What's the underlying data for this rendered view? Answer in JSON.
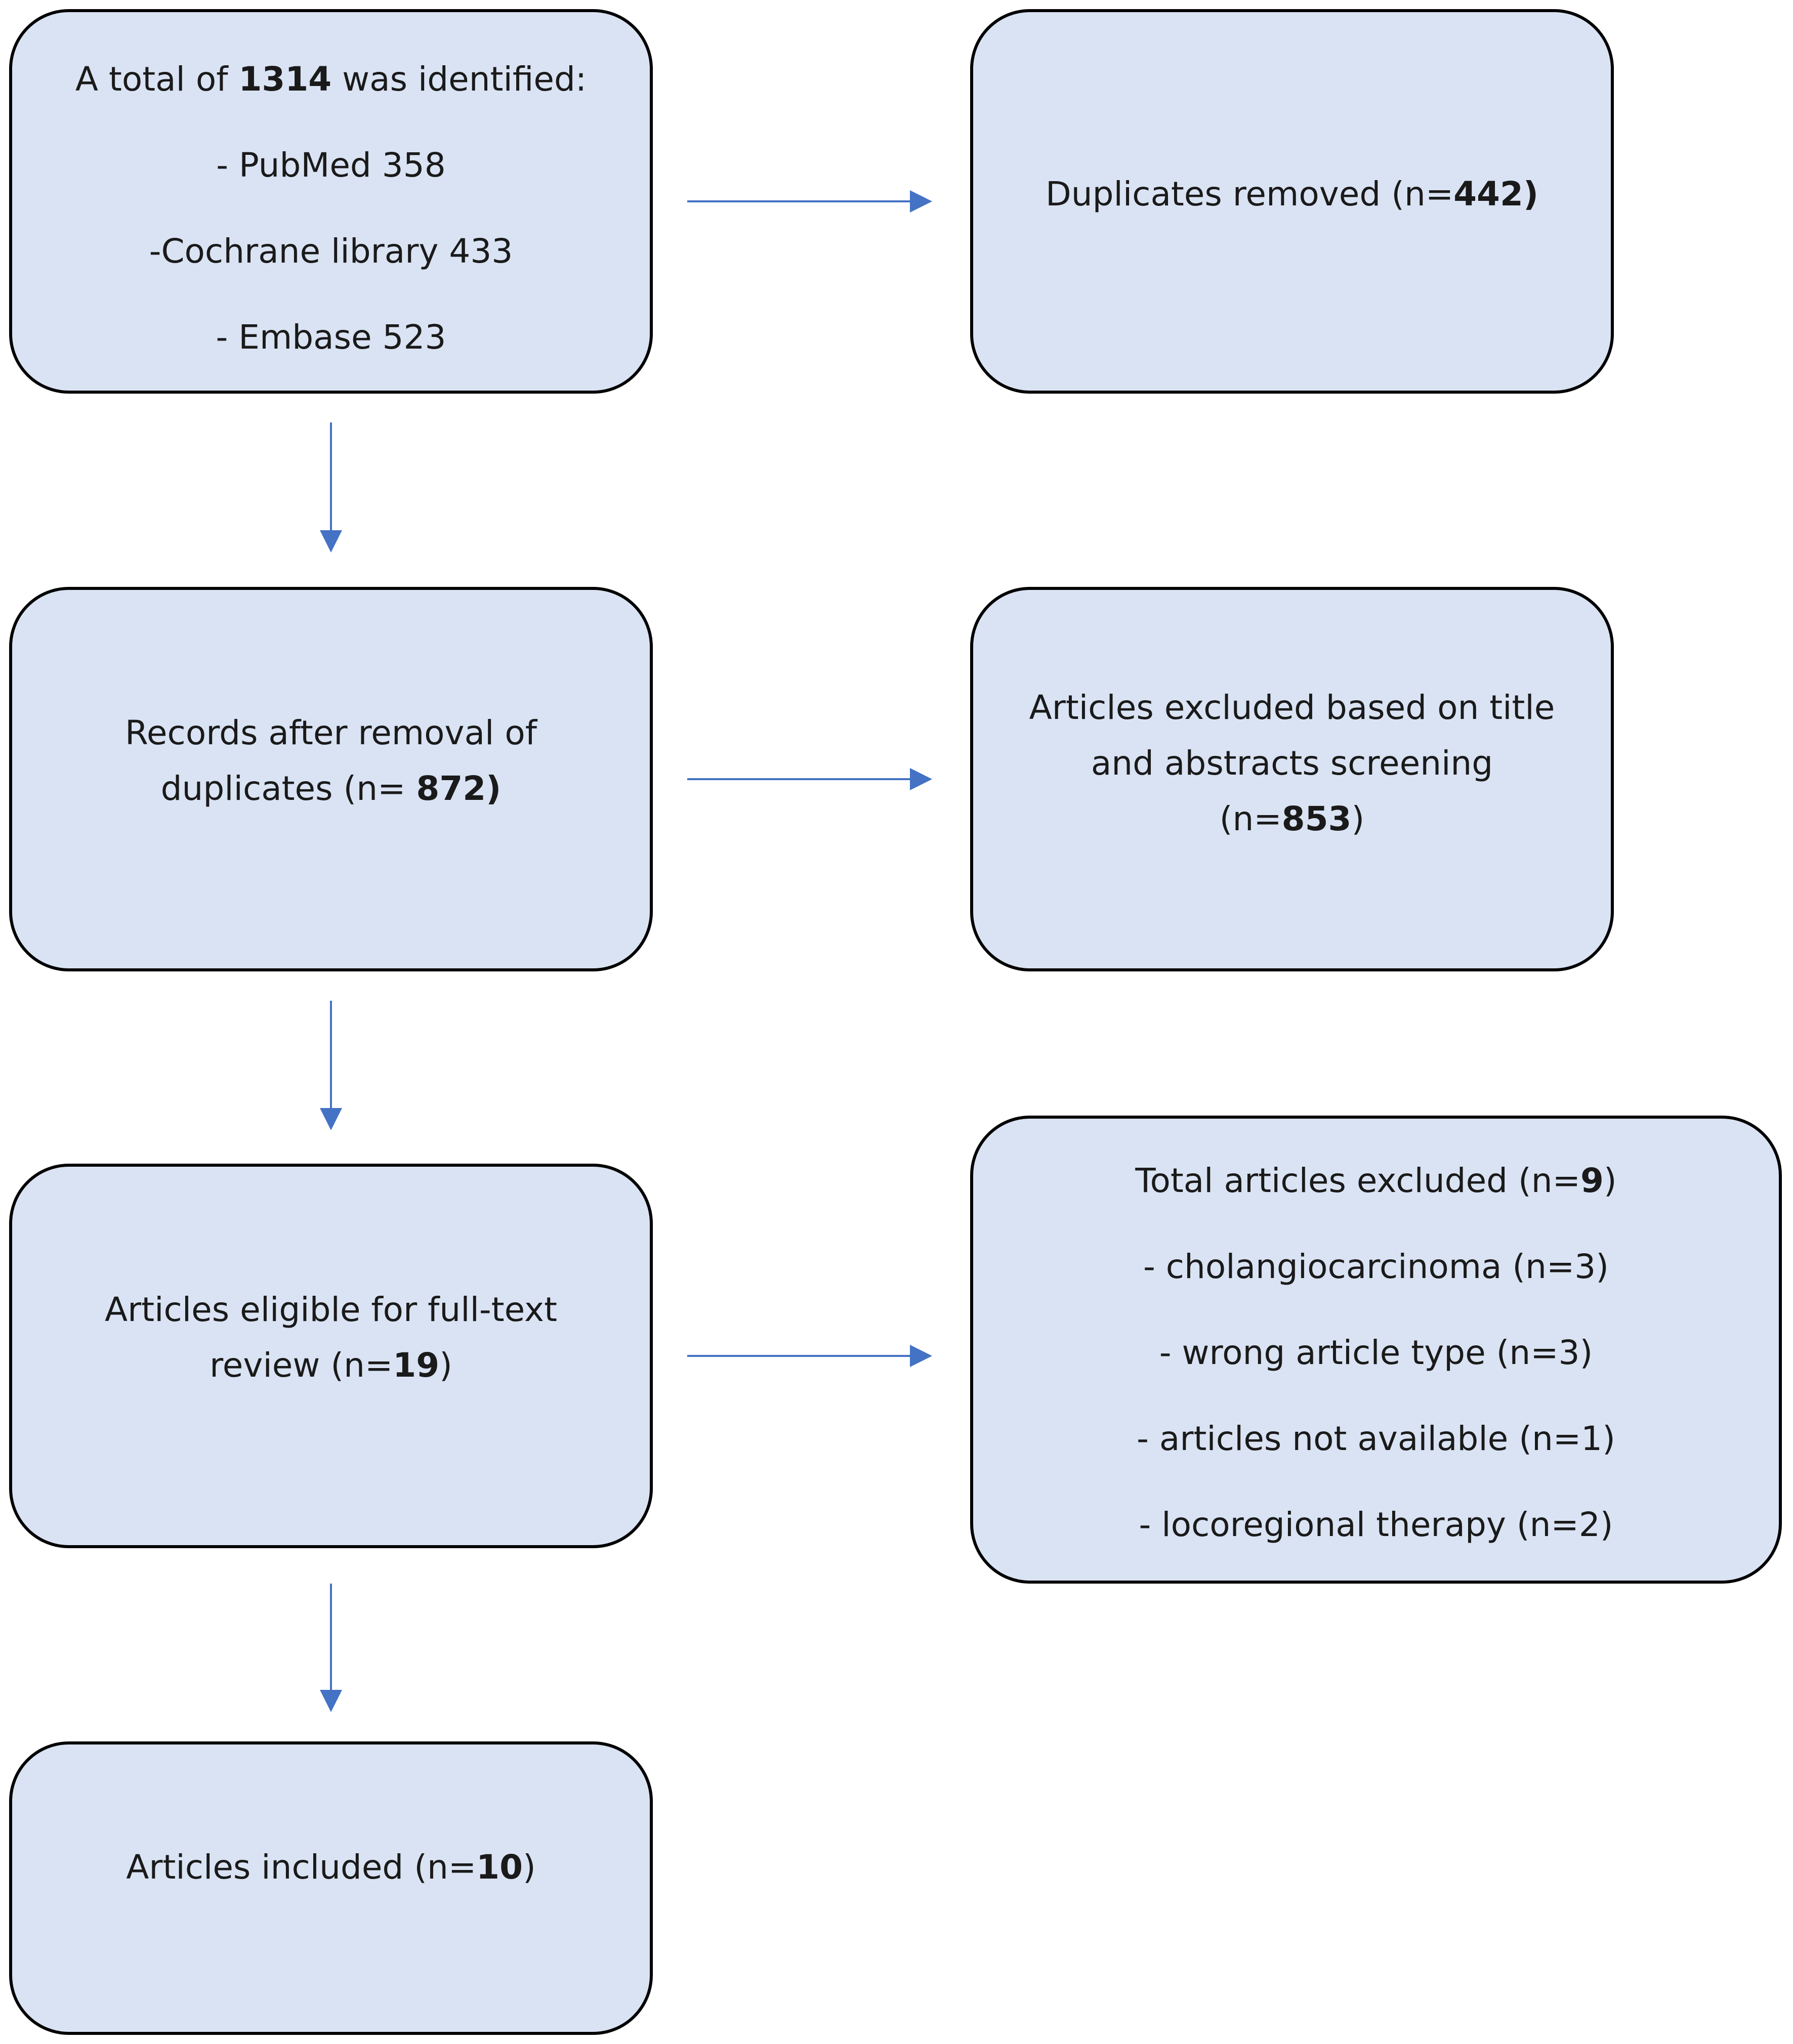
{
  "colors": {
    "box_fill": "#dae3f3",
    "box_border": "#000000",
    "arrow": "#4472c4"
  },
  "boxes": {
    "identified": {
      "line1_pre": "A total of ",
      "line1_bold": "1314",
      "line1_post": " was identified:",
      "items": [
        "- PubMed 358",
        "-Cochrane library 433",
        "- Embase 523"
      ]
    },
    "duplicates": {
      "pre": "Duplicates removed (n=",
      "bold": "442)",
      "post": ""
    },
    "records": {
      "line1": "Records after removal of",
      "line2_pre": "duplicates (n= ",
      "line2_bold": "872)",
      "line2_post": ""
    },
    "screened": {
      "line1": "Articles excluded based on title",
      "line2": "and abstracts screening",
      "line3_pre": "(n=",
      "line3_bold": "853",
      "line3_post": ")"
    },
    "eligible": {
      "line1": "Articles eligible for full-text",
      "line2_pre": "review (n=",
      "line2_bold": "19",
      "line2_post": ")"
    },
    "excluded": {
      "line1_pre": "Total articles excluded (n=",
      "line1_bold": "9",
      "line1_post": ")",
      "items": [
        "- cholangiocarcinoma (n=3)",
        "- wrong article type (n=3)",
        "- articles not available (n=1)",
        "- locoregional therapy (n=2)"
      ]
    },
    "included": {
      "pre": "Articles included (n=",
      "bold": "10",
      "post": ")"
    }
  }
}
